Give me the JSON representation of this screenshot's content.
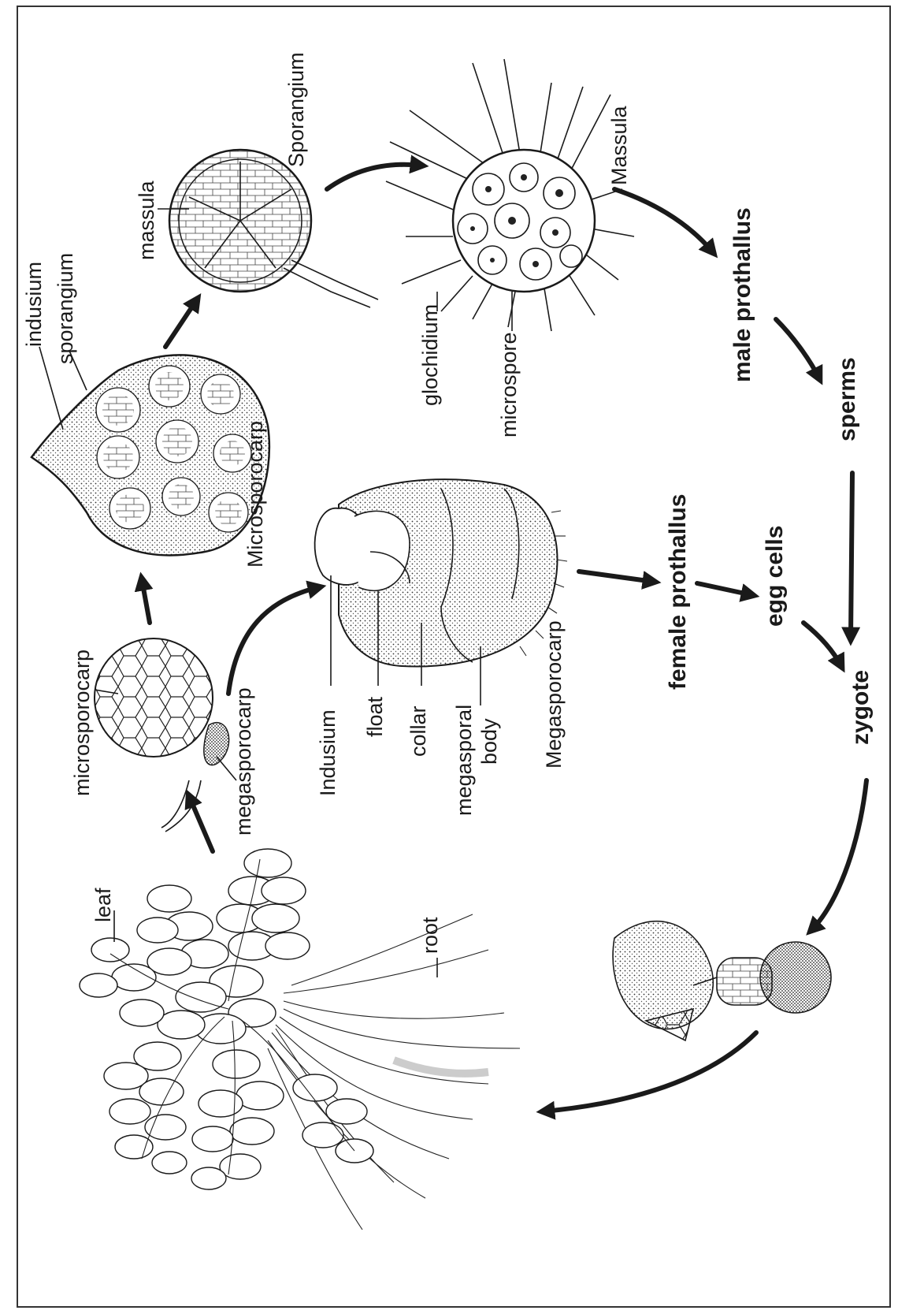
{
  "labels": {
    "leaf": "leaf",
    "root": "root",
    "microsporocarp": "microsporocarp",
    "megasporocarp": "megasporocarp",
    "indusium_top": "indusium",
    "sporangium_top": "sporangium",
    "microsporocarp_caption": "Microsporocarp",
    "massula": "massula",
    "sporangium_caption": "Sporangium",
    "massula_caption": "Massula",
    "glochidium": "glochidium",
    "microspore": "microspore",
    "male_prothallus": "male prothallus",
    "sperms": "sperms",
    "indusium": "Indusium",
    "float": "float",
    "collar": "collar",
    "megasporal_body_1": "megasporal",
    "megasporal_body_2": "body",
    "megasporocarp_caption": "Megasporocarp",
    "female_prothallus": "female prothallus",
    "egg_cells": "egg cells",
    "zygote": "zygote"
  },
  "colors": {
    "ink": "#1a1a1a",
    "background": "#ffffff"
  }
}
